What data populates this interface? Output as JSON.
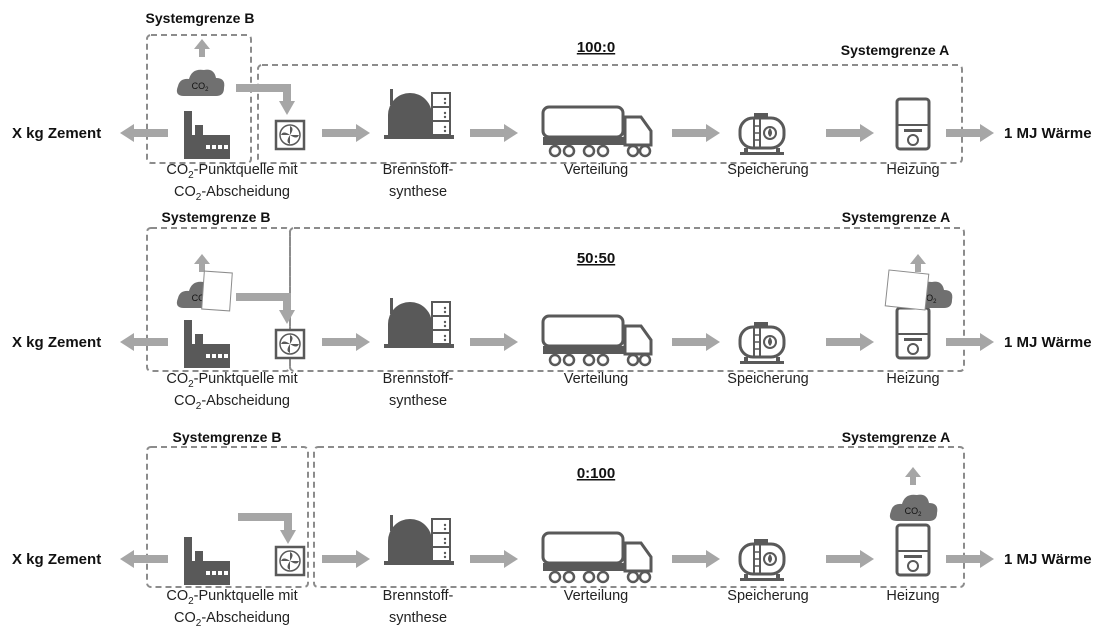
{
  "colors": {
    "arrow": "#a6a6a6",
    "icon": "#595959",
    "cloud": "#707070",
    "boundary": "#8c8c8c"
  },
  "labels": {
    "zement": "X kg Zement",
    "output": "1 MJ Wärme",
    "boundary_a": "Systemgrenze A",
    "boundary_b": "Systemgrenze B",
    "co2_cloud": "CO",
    "co2_cloud_sub": "2"
  },
  "rows": [
    {
      "ratio": "100:0"
    },
    {
      "ratio": "50:50"
    },
    {
      "ratio": "0:100"
    }
  ],
  "steps": [
    {
      "id": "source",
      "line1": "-Punktquelle mit",
      "line2": "-Abscheidung",
      "prefix": "CO",
      "sub": "2"
    },
    {
      "id": "synthesis",
      "line1": "Brennstoff-",
      "line2": "synthese"
    },
    {
      "id": "distribution",
      "line1": "Verteilung"
    },
    {
      "id": "storage",
      "line1": "Speicherung"
    },
    {
      "id": "heating",
      "line1": "Heizung"
    }
  ]
}
